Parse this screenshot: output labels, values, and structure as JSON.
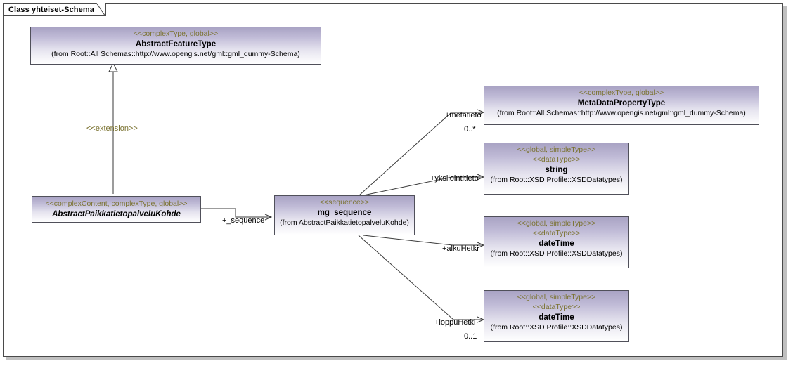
{
  "frame": {
    "title": "Class yhteiset-Schema"
  },
  "classes": [
    {
      "id": "abstract-feature-type",
      "stereotype": "<<complexType, global>>",
      "name": "AbstractFeatureType",
      "from": "(from Root::All Schemas::http://www.opengis.net/gml::gml_dummy-Schema)"
    },
    {
      "id": "abstract-paikkatietopalvelu-kohde",
      "stereotype": "<<complexContent, complexType, global>>",
      "name": "AbstractPaikkatietopalveluKohde",
      "from": ""
    },
    {
      "id": "mg-sequence",
      "stereotype": "<<sequence>>",
      "name": "mg_sequence",
      "from": "(from AbstractPaikkatietopalveluKohde)"
    },
    {
      "id": "metadata-property-type",
      "stereotype": "<<complexType, global>>",
      "name": "MetaDataPropertyType",
      "from": "(from Root::All Schemas::http://www.opengis.net/gml::gml_dummy-Schema)"
    },
    {
      "id": "string-type",
      "stereotype": "<<global, simpleType>>",
      "stereotype2": "<<dataType>>",
      "name": "string",
      "from": "(from Root::XSD Profile::XSDDatatypes)"
    },
    {
      "id": "datetime-type-alku",
      "stereotype": "<<global, simpleType>>",
      "stereotype2": "<<dataType>>",
      "name": "dateTime",
      "from": "(from Root::XSD Profile::XSDDatatypes)"
    },
    {
      "id": "datetime-type-loppu",
      "stereotype": "<<global, simpleType>>",
      "stereotype2": "<<dataType>>",
      "name": "dateTime",
      "from": "(from Root::XSD Profile::XSDDatatypes)"
    }
  ],
  "connectors": {
    "extension": "<<extension>>",
    "sequence_role": "+_sequence",
    "metatieto_role": "+metatieto",
    "metatieto_mult": "0..*",
    "yksilointitieto_role": "+yksilointitieto",
    "alkuhetki_role": "+alkuHetki",
    "loppuhetki_role": "+loppuHetki",
    "loppuhetki_mult": "0..1"
  },
  "colors": {
    "box_border": "#50505a",
    "box_fill_top": "#a9a3c4",
    "box_fill_bottom": "#ffffff",
    "stereotype_text": "#7b7331",
    "frame_border": "#4a4a4a",
    "connector_line": "#3a3a3a"
  }
}
